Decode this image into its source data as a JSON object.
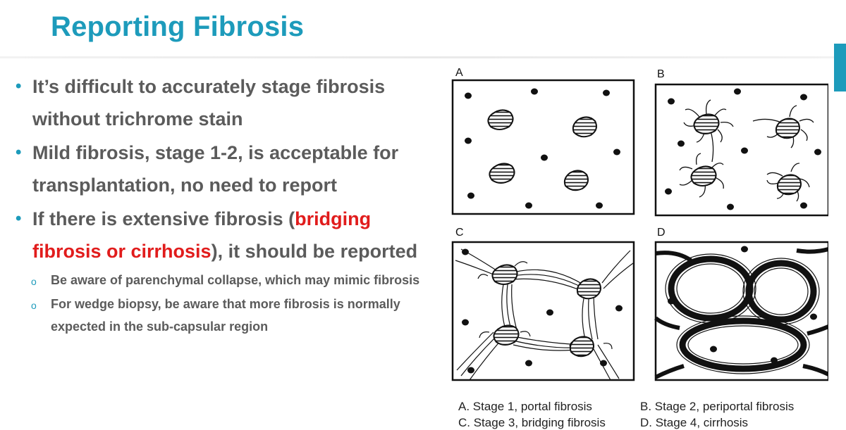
{
  "title": "Reporting Fibrosis",
  "bullets": [
    {
      "text": "It’s difficult to accurately stage fibrosis without trichrome stain"
    },
    {
      "text": "Mild fibrosis, stage 1-2, is acceptable for transplantation, no need to report"
    },
    {
      "before": "If there is extensive fibrosis (",
      "highlight": "bridging fibrosis or cirrhosis",
      "after": "), it should be reported"
    }
  ],
  "sub_bullets": [
    {
      "text": "Be aware of parenchymal collapse, which may mimic fibrosis"
    },
    {
      "text": "For wedge biopsy, be aware that more fibrosis is normally expected in the sub-capsular region"
    }
  ],
  "figure": {
    "panels": [
      {
        "letter": "A",
        "caption": "A. Stage 1, portal fibrosis"
      },
      {
        "letter": "B",
        "caption": "B. Stage 2, periportal fibrosis"
      },
      {
        "letter": "C",
        "caption": "C. Stage 3, bridging fibrosis"
      },
      {
        "letter": "D",
        "caption": "D. Stage 4, cirrhosis"
      }
    ]
  },
  "colors": {
    "accent": "#1d9bbb",
    "body_text": "#5b5b5b",
    "highlight": "#e11c1c"
  }
}
